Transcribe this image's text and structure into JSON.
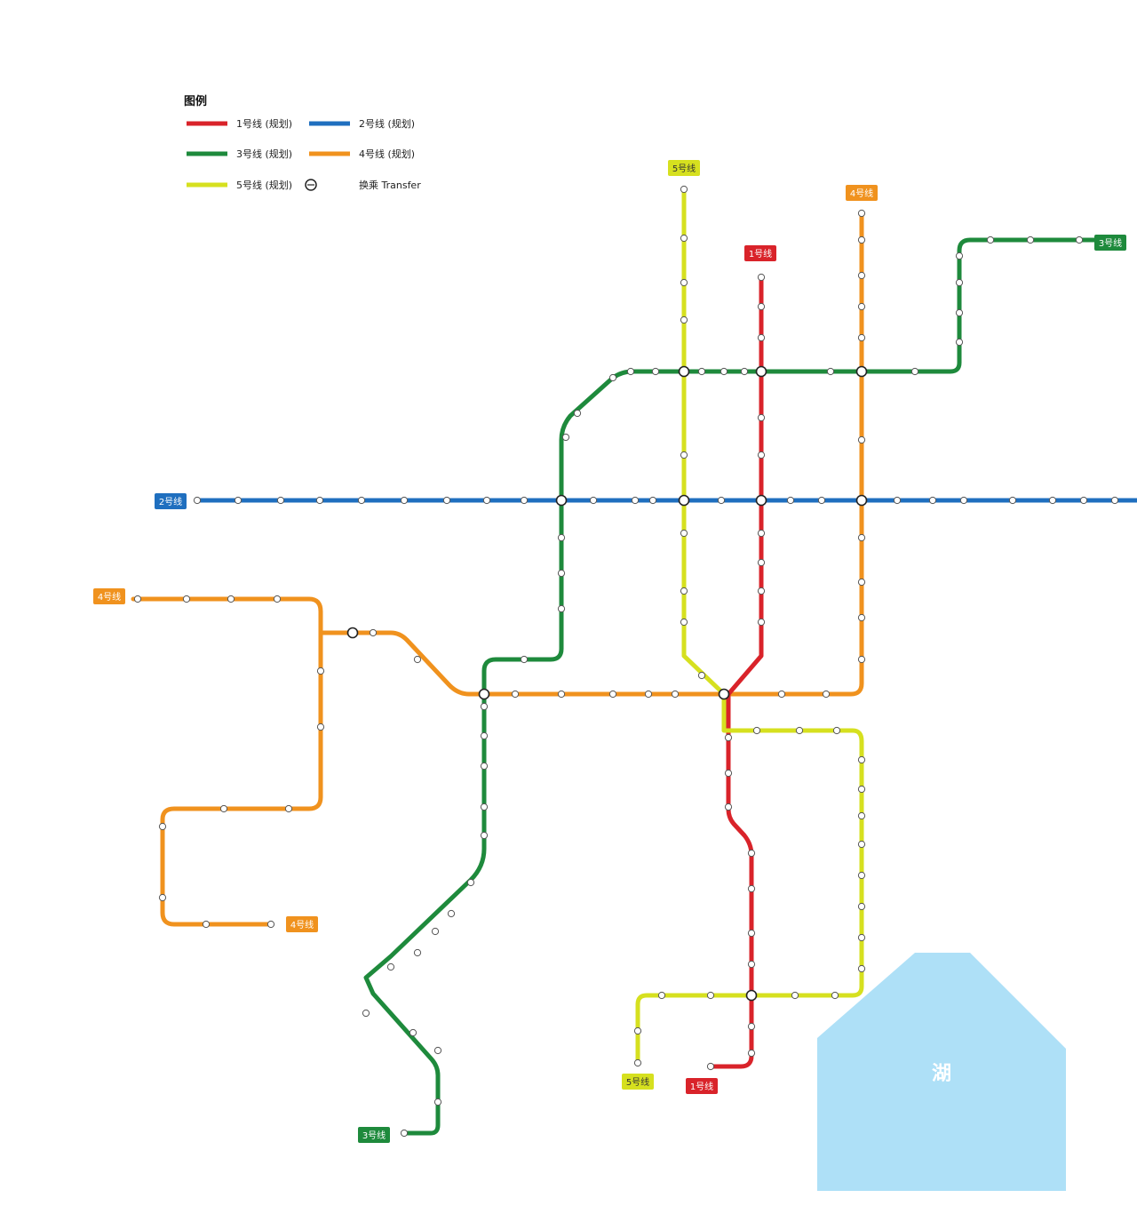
{
  "legend": {
    "title": "图例",
    "items": [
      {
        "id": "l1",
        "label": "1号线 (规划)",
        "color": "#d9232a",
        "kind": "line"
      },
      {
        "id": "l2",
        "label": "2号线 (规划)",
        "color": "#1f6fbf",
        "kind": "line"
      },
      {
        "id": "l3",
        "label": "3号线 (规划)",
        "color": "#1e8a3c",
        "kind": "line"
      },
      {
        "id": "l4",
        "label": "4号线 (规划)",
        "color": "#f0921e",
        "kind": "line"
      },
      {
        "id": "l5",
        "label": "5号线 (规划)",
        "color": "#d6e01f",
        "kind": "line"
      },
      {
        "id": "tr",
        "label": "换乘 Transfer",
        "kind": "symbol",
        "icon": "transfer-icon"
      }
    ]
  },
  "lines": {
    "line1": {
      "color": "#d9232a",
      "badge": "1号线"
    },
    "line2": {
      "color": "#1f6fbf",
      "badge": "2号线"
    },
    "line3": {
      "color": "#1e8a3c",
      "badge": "3号线"
    },
    "line4": {
      "color": "#f0921e",
      "badge": "4号线"
    },
    "line5": {
      "color": "#d6e01f",
      "badge": "5号线"
    }
  },
  "lake": {
    "label": "湖",
    "color": "#aee0f7"
  }
}
